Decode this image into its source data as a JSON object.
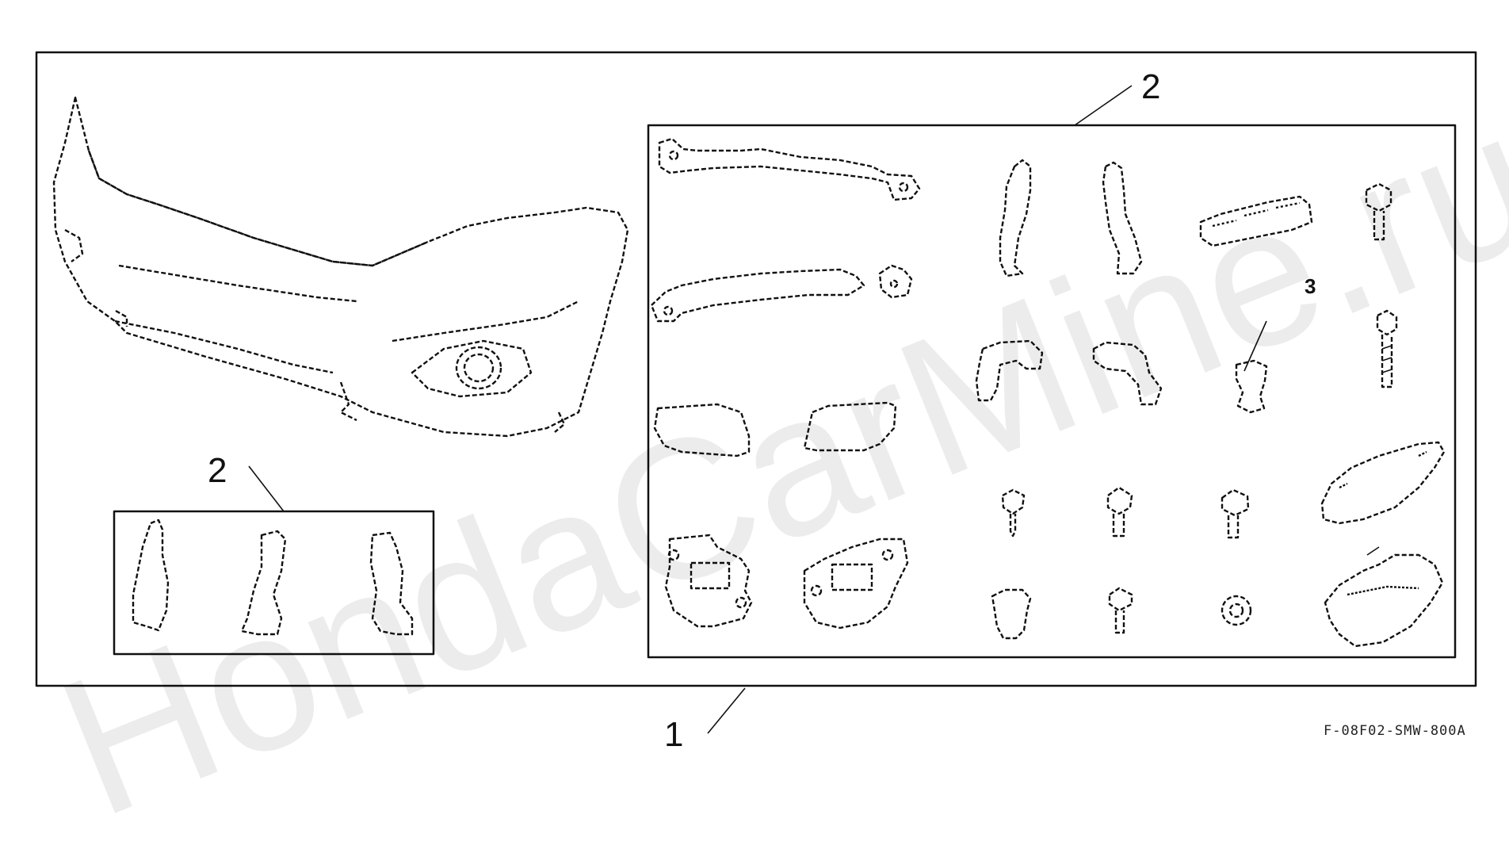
{
  "callouts": {
    "kit_label": "1",
    "brackets_label_upper": "2",
    "brackets_label_lower": "2",
    "clip_label": "3"
  },
  "diagram_code": "F-08F02-SMW-800A",
  "watermark": "HondaCarMine.ru"
}
